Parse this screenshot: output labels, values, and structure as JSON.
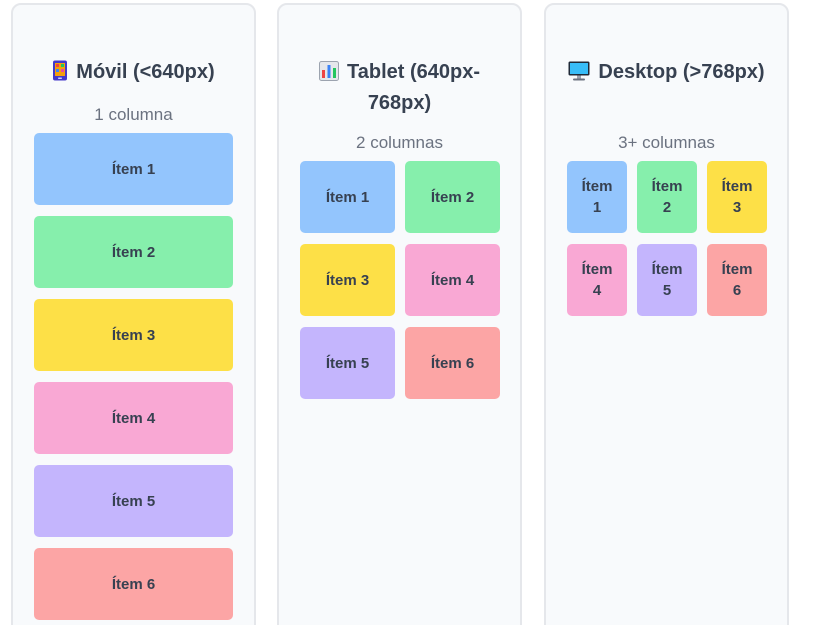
{
  "panels": [
    {
      "icon": "mobile-phone-icon",
      "title": "Móvil (<640px)",
      "subtitle": "1 columna",
      "items": [
        "Ítem 1",
        "Ítem 2",
        "Ítem 3",
        "Ítem 4",
        "Ítem 5",
        "Ítem 6"
      ]
    },
    {
      "icon": "tablet-chart-icon",
      "title": "Tablet (640px-768px)",
      "subtitle": "2 columnas",
      "items": [
        "Ítem 1",
        "Ítem 2",
        "Ítem 3",
        "Ítem 4",
        "Ítem 5",
        "Ítem 6"
      ]
    },
    {
      "icon": "desktop-monitor-icon",
      "title": "Desktop (>768px)",
      "subtitle": "3+ columnas",
      "items": [
        "Ítem 1",
        "Ítem 2",
        "Ítem 3",
        "Ítem 4",
        "Ítem 5",
        "Ítem 6"
      ]
    }
  ],
  "colors": {
    "item_1": "#93c5fd",
    "item_2": "#86efac",
    "item_3": "#fde047",
    "item_4": "#f9a8d4",
    "item_5": "#c4b5fd",
    "item_6": "#fca5a5",
    "panel_bg": "#f8fafc",
    "text": "#374151",
    "muted_text": "#6b7280"
  }
}
